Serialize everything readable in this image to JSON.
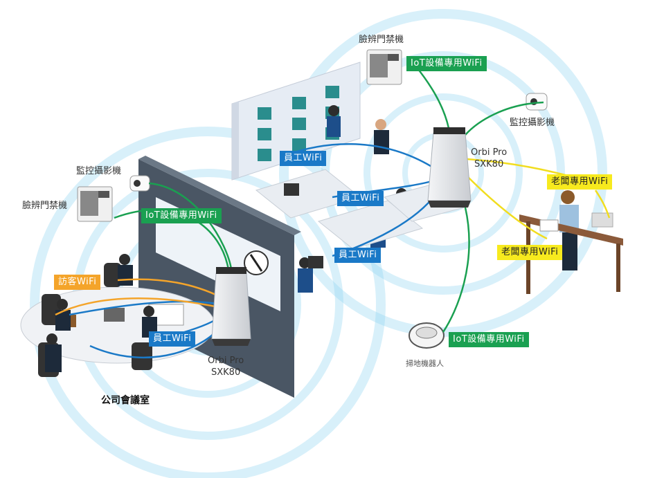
{
  "labels": {
    "face_gate_top": "臉辨門禁機",
    "face_gate_left": "臉辨門禁機",
    "camera_right": "監控攝影機",
    "camera_left": "監控攝影機",
    "robot": "掃地機器人",
    "room": "公司會議室"
  },
  "routers": {
    "right_line1": "Orbi Pro",
    "right_line2": "SXK80",
    "left_line1": "Orbi Pro",
    "left_line2": "SXK80"
  },
  "tags": {
    "iot_top": "IoT設備專用WiFi",
    "iot_left": "IoT設備專用WiFi",
    "iot_bottom": "IoT設備專用WiFi",
    "emp_1": "員工WiFi",
    "emp_2": "員工WiFi",
    "emp_3": "員工WiFi",
    "emp_left": "員工WiFi",
    "boss_1": "老闆專用WiFi",
    "boss_2": "老闆專用WiFi",
    "guest": "訪客WiFi"
  },
  "colors": {
    "iot": "#1aa051",
    "employee": "#1a79c7",
    "boss": "#f7ea1e",
    "guest": "#f4a42a",
    "wave": "#6fc6ee"
  }
}
